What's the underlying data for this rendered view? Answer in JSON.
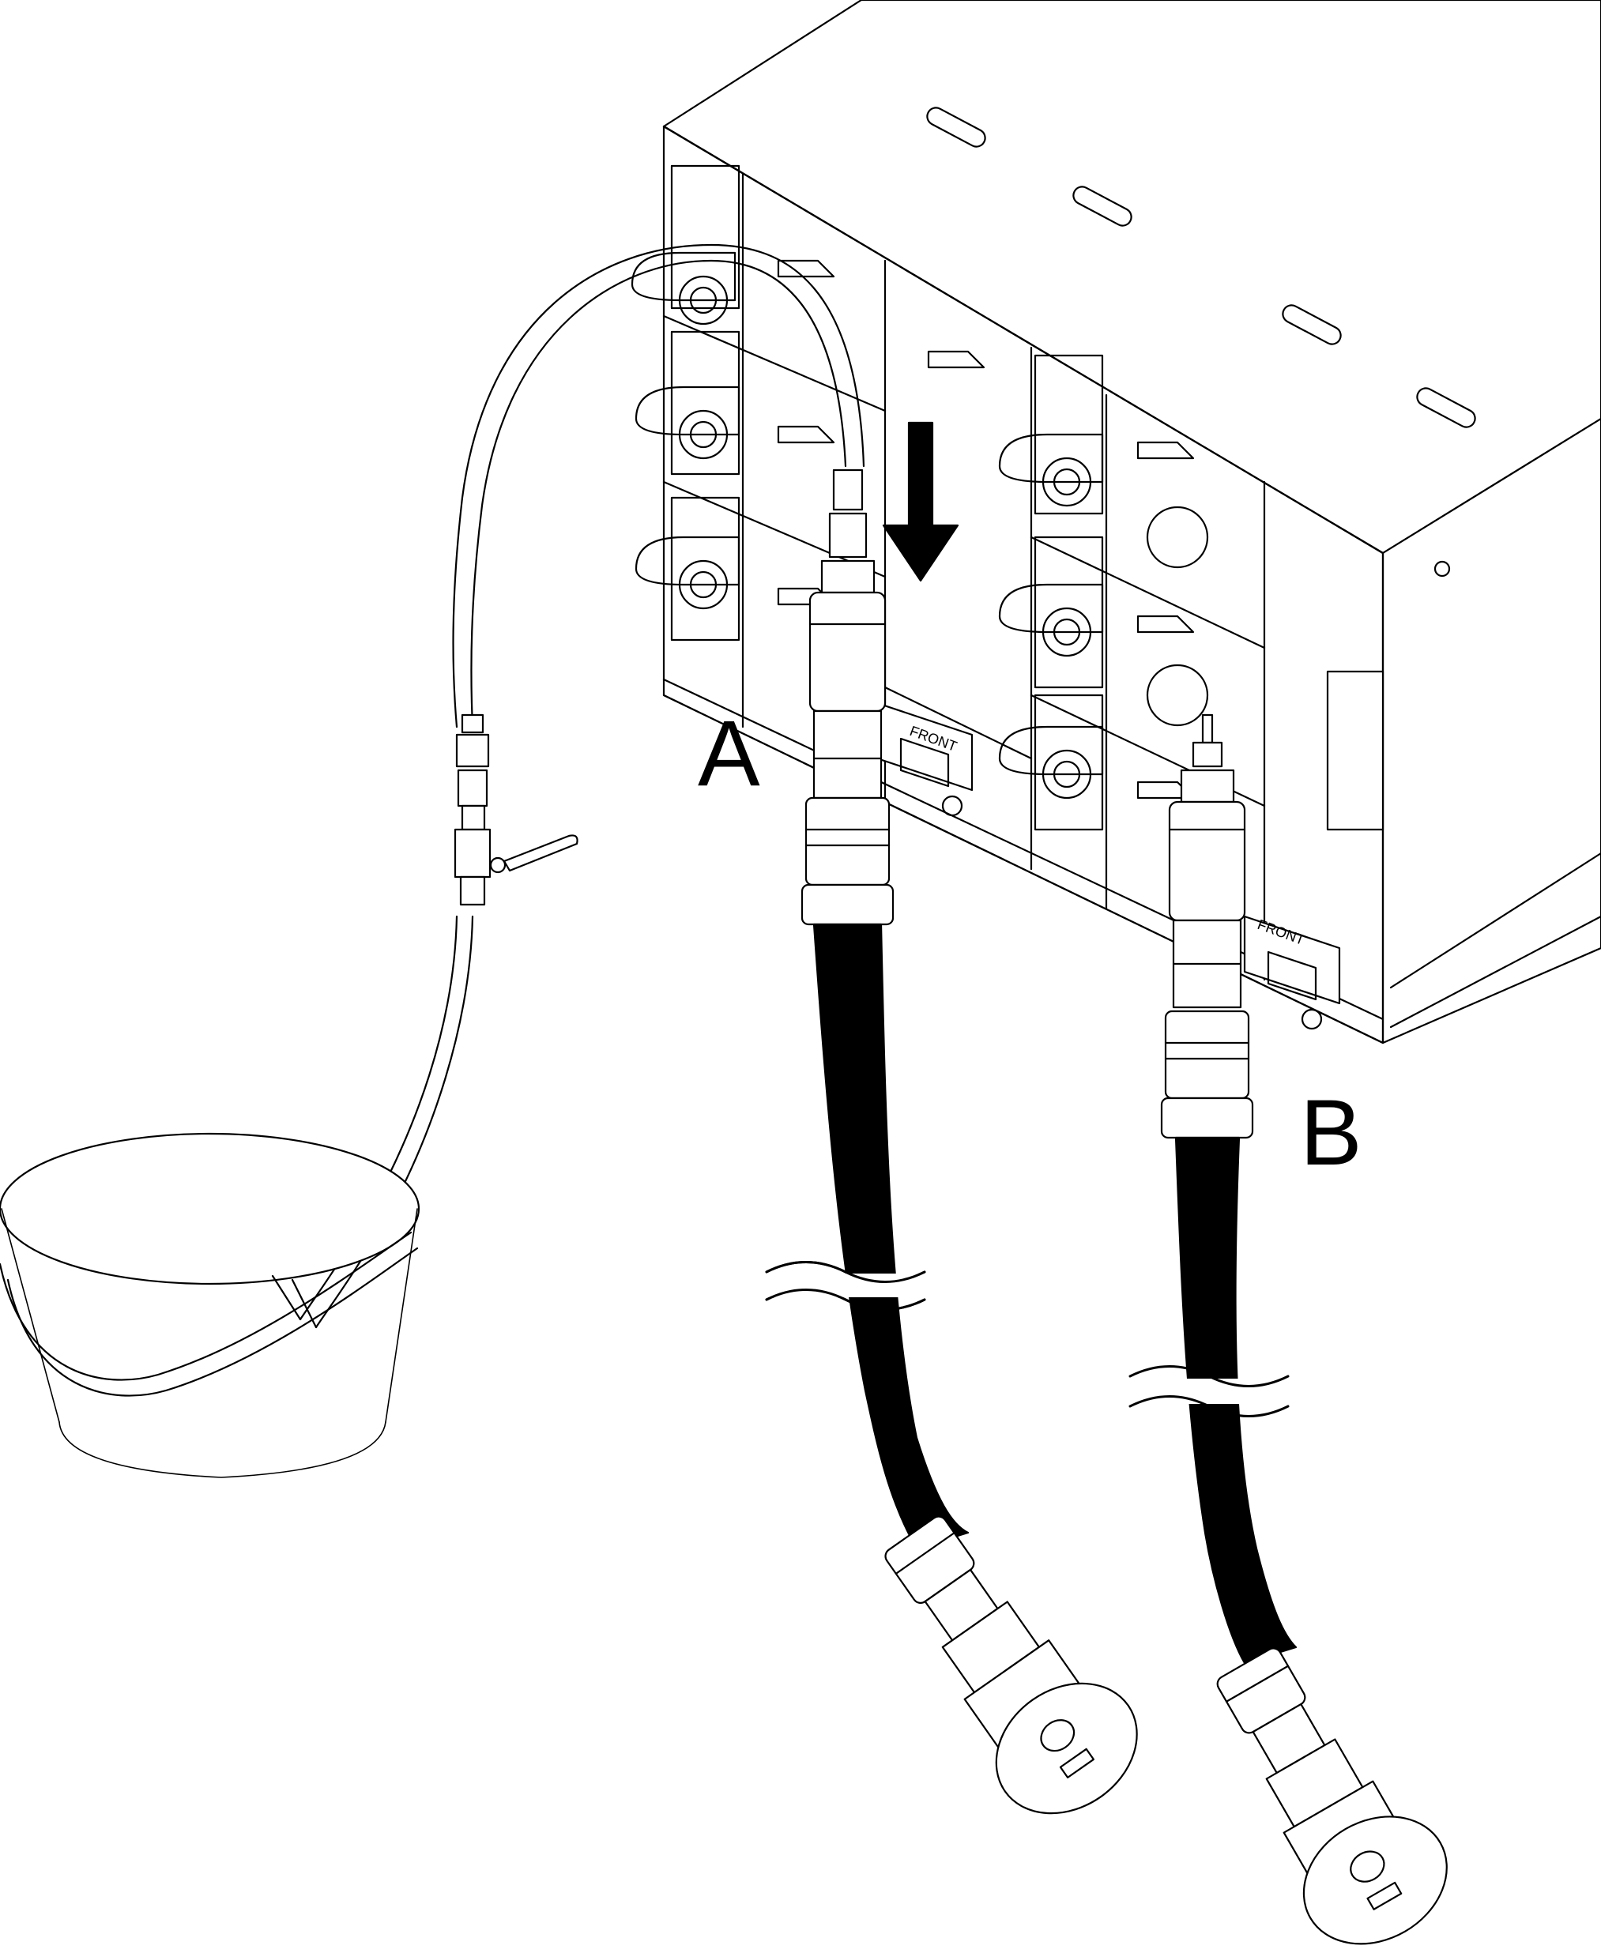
{
  "callouts": {
    "a": "A",
    "b": "B"
  },
  "chassis_labels": {
    "front_a": "FRONT",
    "front_b": "FRONT"
  },
  "colors": {
    "line": "#000000",
    "background": "#ffffff",
    "hose": "#000000"
  }
}
